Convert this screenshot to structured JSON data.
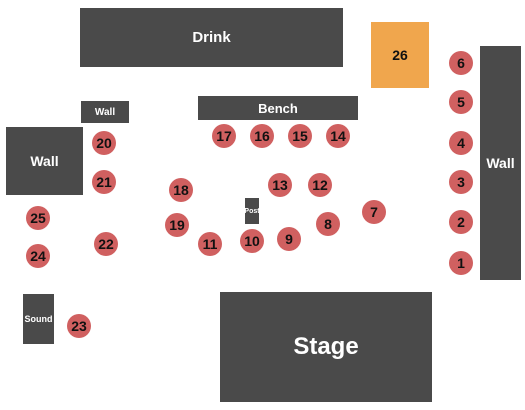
{
  "labels": {
    "drink": "Drink",
    "bench": "Bench",
    "wall_small": "Wall",
    "wall_left": "Wall",
    "wall_right": "Wall",
    "post": "Post",
    "sound": "Sound",
    "stage": "Stage"
  },
  "colors": {
    "block": "#4a4a4a",
    "seat": "#d06060",
    "available": "#f0a64d"
  },
  "seats": {
    "s1": "1",
    "s2": "2",
    "s3": "3",
    "s4": "4",
    "s5": "5",
    "s6": "6",
    "s7": "7",
    "s8": "8",
    "s9": "9",
    "s10": "10",
    "s11": "11",
    "s12": "12",
    "s13": "13",
    "s14": "14",
    "s15": "15",
    "s16": "16",
    "s17": "17",
    "s18": "18",
    "s19": "19",
    "s20": "20",
    "s21": "21",
    "s22": "22",
    "s23": "23",
    "s24": "24",
    "s25": "25",
    "s26": "26"
  }
}
